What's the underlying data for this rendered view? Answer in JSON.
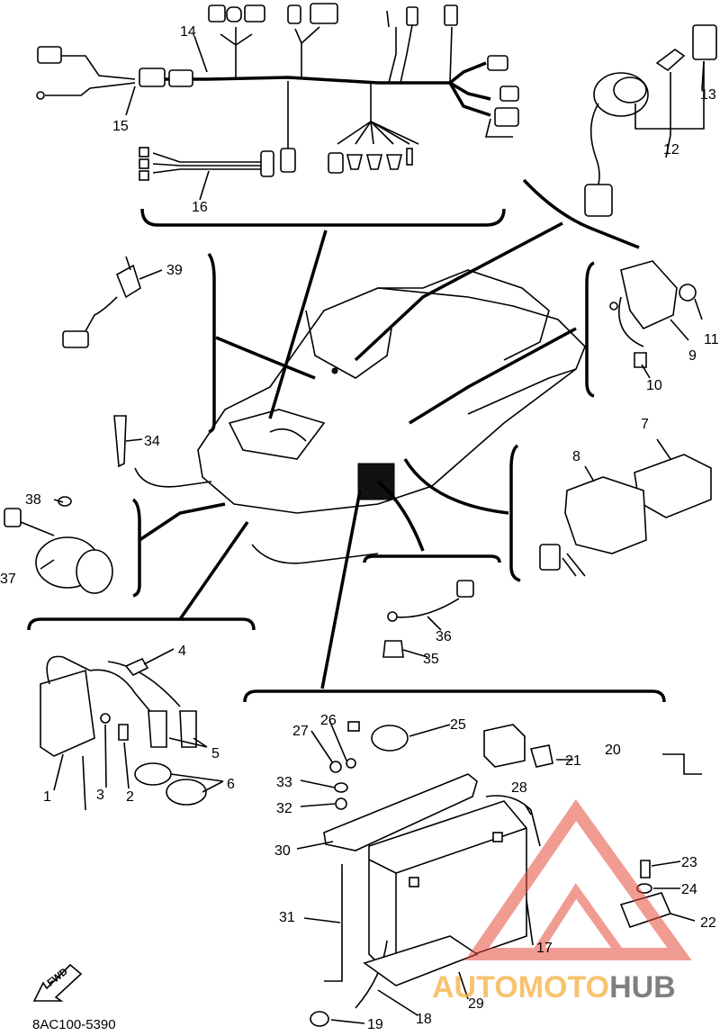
{
  "diagram": {
    "code": "8AC100-5390",
    "fwd_label": "FWD",
    "watermark": {
      "part_a": "AUTOMOTO",
      "part_b": "HUB",
      "color_a": "#f5b041",
      "color_b": "#555555",
      "logo_color": "#e74c3c"
    },
    "callouts": [
      "1",
      "2",
      "3",
      "4",
      "5",
      "6",
      "7",
      "8",
      "9",
      "10",
      "11",
      "12",
      "13",
      "14",
      "15",
      "16",
      "17",
      "18",
      "19",
      "20",
      "21",
      "22",
      "23",
      "24",
      "25",
      "26",
      "27",
      "28",
      "29",
      "30",
      "31",
      "32",
      "33",
      "34",
      "35",
      "36",
      "37",
      "38",
      "39"
    ]
  }
}
